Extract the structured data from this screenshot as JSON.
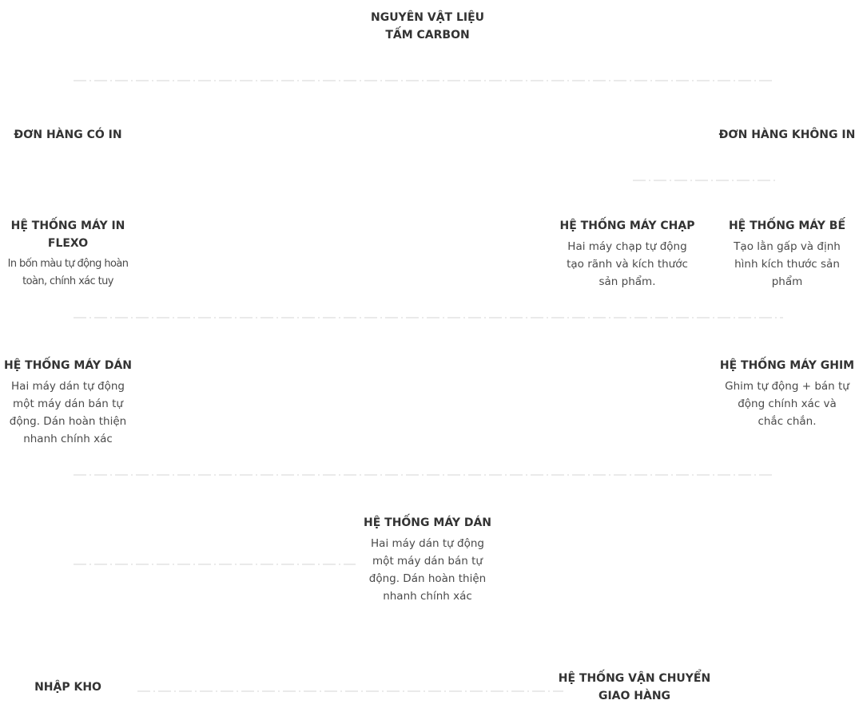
{
  "diagram": {
    "nodes": {
      "raw_material": {
        "title": "NGUYÊN VẬT LIỆU\nTẤM CARBON"
      },
      "printed_order": {
        "title": "ĐƠN HÀNG CÓ IN"
      },
      "unprinted_order": {
        "title": "ĐƠN HÀNG KHÔNG IN"
      },
      "flexo": {
        "title": "HỆ THỐNG MÁY IN\nFLEXO",
        "desc": "In bốn màu tự động hoàn\ntoàn, chính xác tuy"
      },
      "creasing": {
        "title": "HỆ THỐNG MÁY CHẠP",
        "desc": "Hai máy chạp tự động\ntạo rãnh và kích thước\nsản phẩm."
      },
      "die_cut": {
        "title": "HỆ THỐNG MÁY BẾ",
        "desc": "Tạo lằn gấp và định\nhình kích thước sản\nphẩm"
      },
      "gluing_left": {
        "title": "HỆ THỐNG MÁY DÁN",
        "desc": "Hai máy dán tự động\nmột máy dán bán tự\nđộng. Dán hoàn thiện\nnhanh chính xác"
      },
      "stitching": {
        "title": "HỆ THỐNG MÁY GHIM",
        "desc": "Ghim tự động + bán tự\nđộng chính xác và\nchắc chắn."
      },
      "gluing_center": {
        "title": "HỆ THỐNG MÁY DÁN",
        "desc": "Hai máy dán tự động\nmột máy dán bán tự\nđộng. Dán hoàn thiện\nnhanh chính xác"
      },
      "warehouse": {
        "title": "NHẬP KHO"
      },
      "shipping": {
        "title": "HỆ THỐNG VẬN CHUYỂN\nGIAO HÀNG"
      }
    },
    "connector_color": "#e4e4e4",
    "text_color": "#333333"
  }
}
